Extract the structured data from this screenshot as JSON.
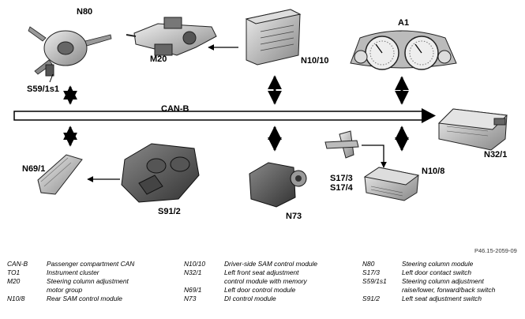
{
  "bus": {
    "label": "CAN-B"
  },
  "components": {
    "n80": "N80",
    "s59": "S59/1s1",
    "m20": "M20",
    "n10_10": "N10/10",
    "a1": "A1",
    "n32_1": "N32/1",
    "n69_1": "N69/1",
    "s91_2": "S91/2",
    "n73": "N73",
    "s17_3": "S17/3",
    "s17_4": "S17/4",
    "n10_8": "N10/8"
  },
  "reference": "P46.15-2059-09",
  "legend": [
    [
      {
        "code": "CAN-B",
        "desc": "Passenger compartment CAN"
      },
      {
        "code": "TO1",
        "desc": "Instrument cluster"
      },
      {
        "code": "M20",
        "desc": "Steering column adjustment"
      },
      {
        "code": "",
        "desc": "motor group"
      },
      {
        "code": "N10/8",
        "desc": "Rear SAM control module"
      }
    ],
    [
      {
        "code": "N10/10",
        "desc": "Driver-side SAM control module"
      },
      {
        "code": "N32/1",
        "desc": "Left front seat adjustment"
      },
      {
        "code": "",
        "desc": "control module with memory"
      },
      {
        "code": "N69/1",
        "desc": "Left door control module"
      },
      {
        "code": "N73",
        "desc": "DI control module"
      }
    ],
    [
      {
        "code": "N80",
        "desc": "Steering column module"
      },
      {
        "code": "S17/3",
        "desc": "Left door contact switch"
      },
      {
        "code": "S59/1s1",
        "desc": "Steering column adjustment"
      },
      {
        "code": "",
        "desc": "raise/lower, forward/back switch"
      },
      {
        "code": "S91/2",
        "desc": "Left seat adjustment switch"
      }
    ]
  ]
}
